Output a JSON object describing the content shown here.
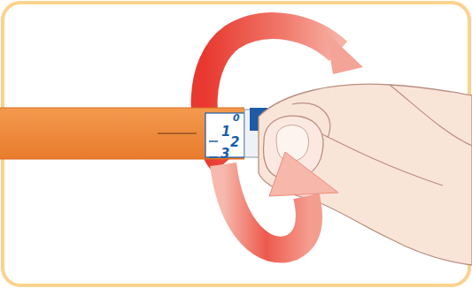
{
  "diagram": {
    "labels": [
      "0",
      "1",
      "2",
      "3"
    ]
  }
}
